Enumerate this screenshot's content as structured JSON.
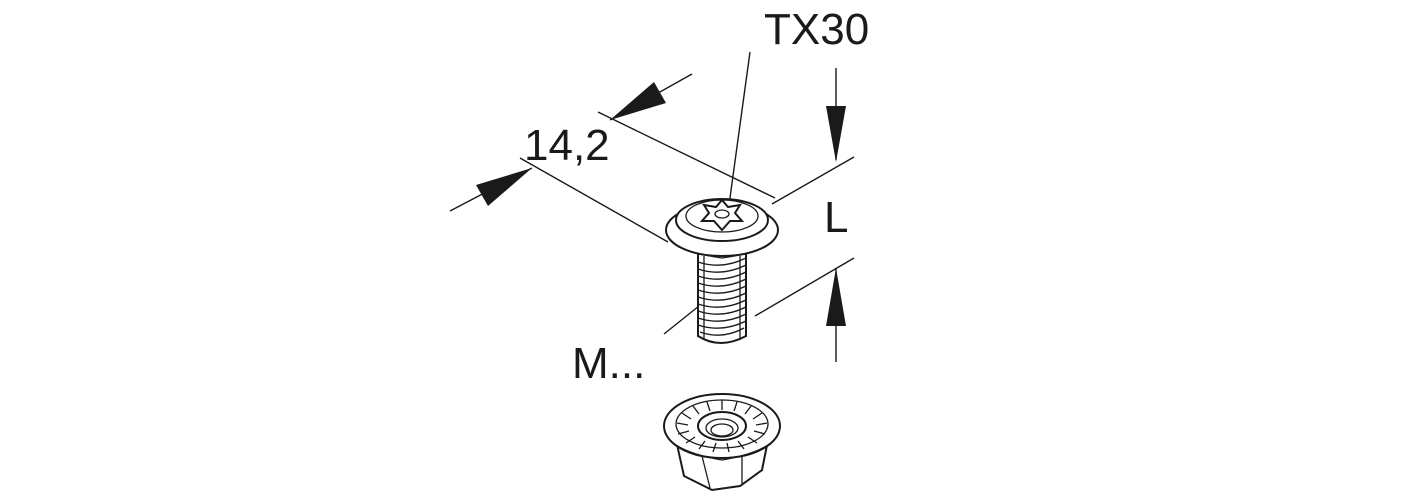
{
  "labels": {
    "drive": "TX30",
    "head_diameter": "14,2",
    "length": "L",
    "thread": "M..."
  },
  "colors": {
    "line": "#1a1a1a",
    "background": "#ffffff"
  }
}
